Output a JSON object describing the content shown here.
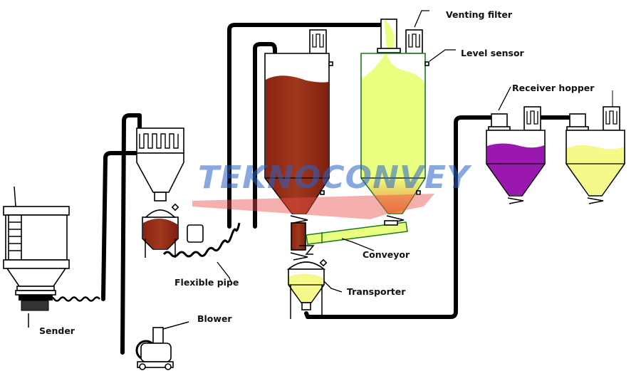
{
  "labels": {
    "venting_filter": "Venting filter",
    "level_sensor": "Level sensor",
    "receiver_hopper": "Receiver hopper",
    "conveyor": "Conveyor",
    "flexible_pipe": "Flexible pipe",
    "transporter": "Transporter",
    "blower": "Blower",
    "sender": "Sender"
  },
  "watermark": "TEKNOCONVEY",
  "colors": {
    "brown": "#8e2a14",
    "yellow_green": "#eaff80",
    "purple": "#9a18b0",
    "pale_yellow": "#f4f98a",
    "watermark_blue": "#2a62c8",
    "watermark_red": "#e8504a"
  }
}
